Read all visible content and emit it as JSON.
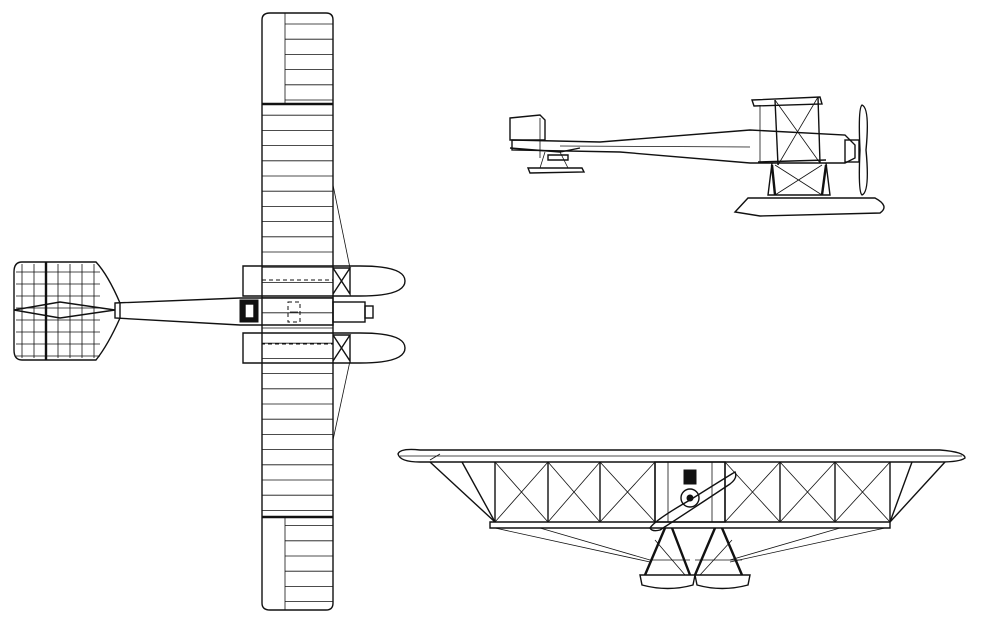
{
  "figure": {
    "views": [
      "plan-view",
      "side-view",
      "front-view"
    ],
    "line_color": "#111111",
    "background": "#ffffff"
  }
}
